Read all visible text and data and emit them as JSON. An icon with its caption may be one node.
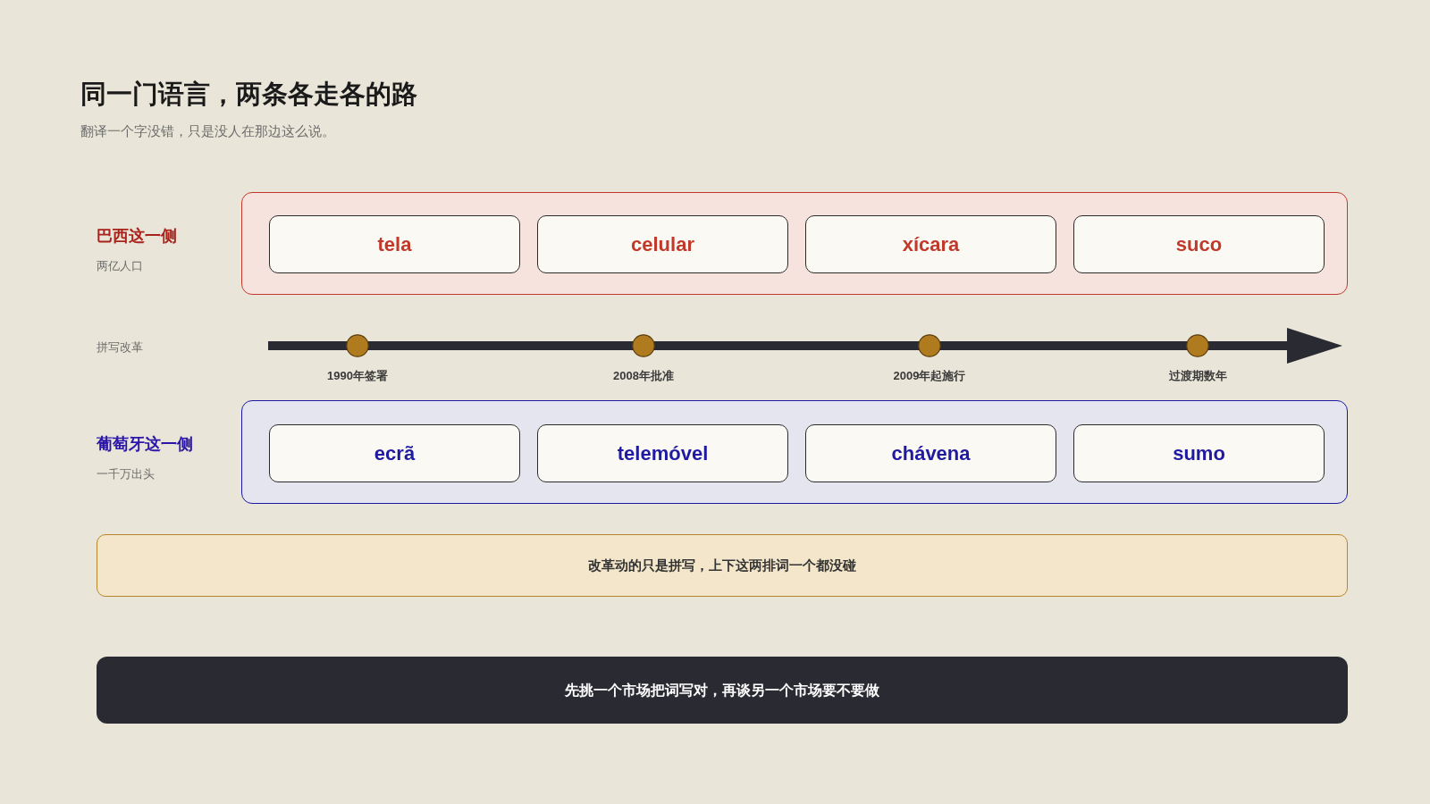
{
  "diagram": {
    "title": "同一门语言，两条各走各的路",
    "nodes": [
      {
        "text": [
          "巴西这一侧"
        ]
      },
      {
        "text": [
          "tela"
        ],
        "in": 0
      },
      {
        "text": [
          "celular"
        ],
        "in": 0
      },
      {
        "text": [
          "xícara"
        ],
        "in": 0
      },
      {
        "text": [
          "suco"
        ],
        "in": 0
      },
      {
        "text": [
          "葡萄牙这一侧"
        ]
      },
      {
        "text": [
          "ecrã"
        ],
        "in": 5
      },
      {
        "text": [
          "telemóvel"
        ],
        "in": 5
      },
      {
        "text": [
          "chávena"
        ],
        "in": 5
      },
      {
        "text": [
          "sumo"
        ],
        "in": 5
      },
      {
        "text": [
          "改革动的只是拼写，上下这两排词一个都没碰"
        ]
      },
      {
        "text": [
          "先挑一个市场把词写对，再谈另一个市场要不要做"
        ]
      }
    ],
    "labels": [
      "翻译一个字没错，只是没人在那边这么说。",
      "两亿人口",
      "拼写改革",
      "1990年签署",
      "2008年批准",
      "2009年起施行",
      "过渡期数年",
      "一千万出头"
    ]
  }
}
